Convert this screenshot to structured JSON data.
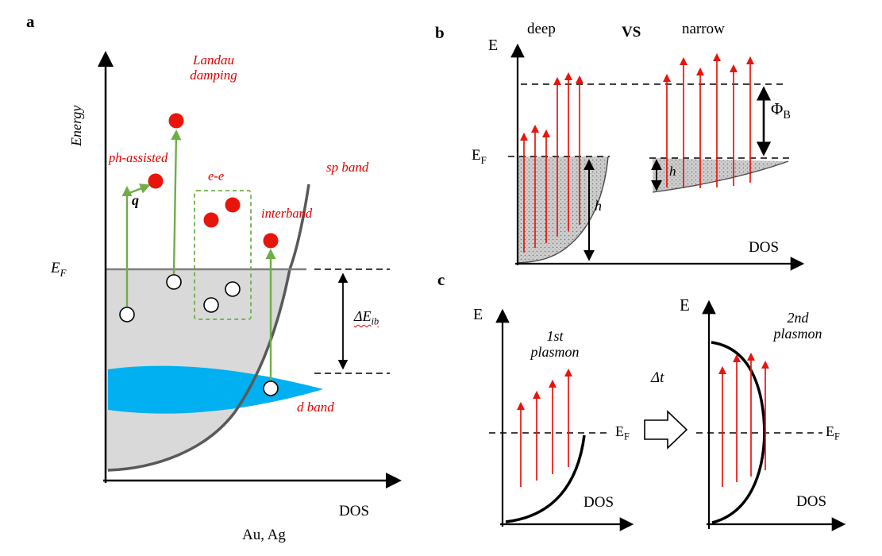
{
  "figure": {
    "panel_a": {
      "label": "a",
      "y_axis": "Energy",
      "x_axis": "DOS",
      "materials": "Au, Ag",
      "landau_damping": "Landau damping",
      "ph_assisted": "ph-assisted",
      "momentum": "q",
      "ee": "e-e",
      "interband": "interband",
      "sp_band": "sp band",
      "d_band": "d band",
      "fermi": {
        "base": "E",
        "sub": "F"
      },
      "delta_e": {
        "base": "ΔE",
        "sub": "ib"
      }
    },
    "panel_b": {
      "label": "b",
      "deep": "deep",
      "vs": "VS",
      "narrow": "narrow",
      "y_axis": "E",
      "x_axis": "DOS",
      "fermi": {
        "base": "E",
        "sub": "F"
      },
      "h_deep": "h",
      "h_narrow": "h",
      "barrier": {
        "base": "Φ",
        "sub": "B"
      }
    },
    "panel_c": {
      "label": "c",
      "y_axis_left": "E",
      "y_axis_right": "E",
      "x_axis_left": "DOS",
      "x_axis_right": "DOS",
      "first_plasmon": "1st plasmon",
      "second_plasmon": "2nd plasmon",
      "delta_t": "Δt",
      "fermi_left": {
        "base": "E",
        "sub": "F"
      },
      "fermi_right": {
        "base": "E",
        "sub": "F"
      }
    },
    "colors": {
      "hot_electron_red": "#e8150c",
      "label_red": "#e00000",
      "transition_green": "#70ad47",
      "d_band_blue": "#00b0f0",
      "occupied_gray": "#d9d9d9"
    }
  }
}
